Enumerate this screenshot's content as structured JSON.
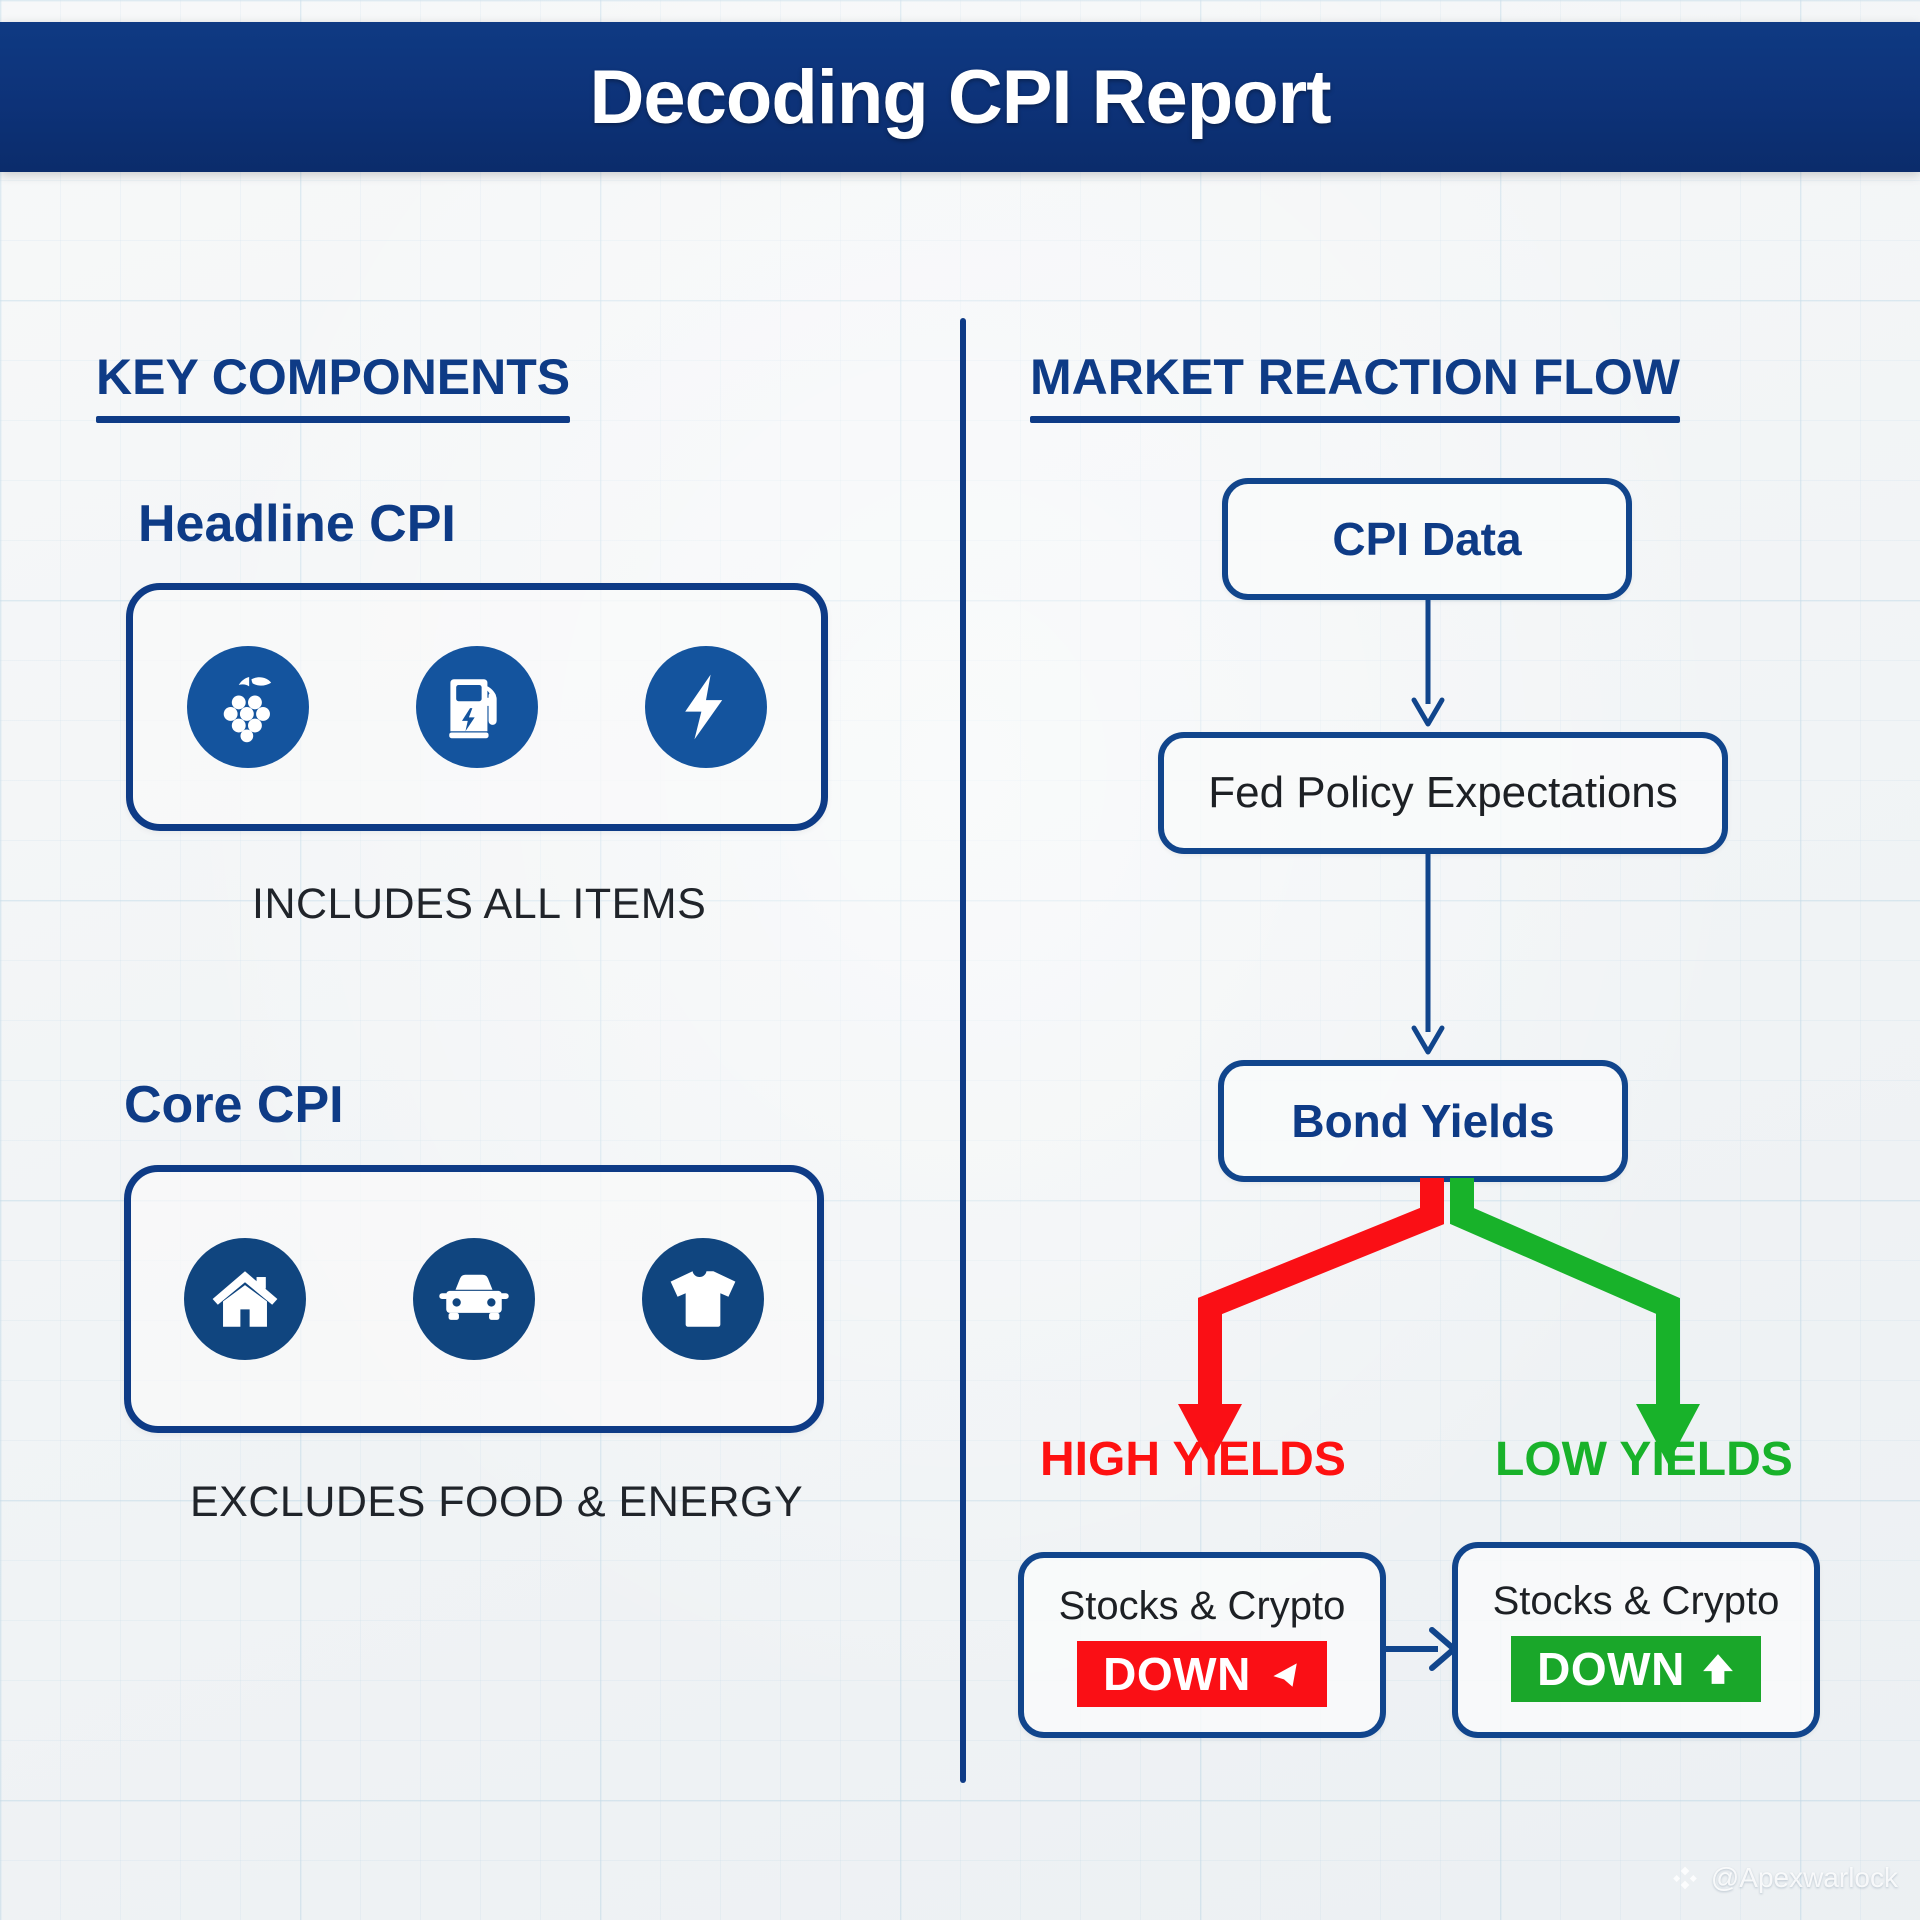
{
  "header": {
    "title": "Decoding CPI Report",
    "bg_color": "#0d3278"
  },
  "colors": {
    "brand_blue": "#0e3b86",
    "icon_blue": "#14549e",
    "red": "#fa0f15",
    "green": "#1aa72a",
    "paper": "#f3f5f6"
  },
  "left_column": {
    "heading": "KEY COMPONENTS",
    "groups": [
      {
        "title": "Headline CPI",
        "caption": "INCLUDES ALL ITEMS",
        "icons": [
          "grapes-icon",
          "fuel-pump-icon",
          "lightning-bolt-icon"
        ]
      },
      {
        "title": "Core CPI",
        "caption": "EXCLUDES FOOD & ENERGY",
        "icons": [
          "house-icon",
          "car-icon",
          "tshirt-icon"
        ]
      }
    ]
  },
  "right_column": {
    "heading": "MARKET REACTION FLOW",
    "nodes": [
      {
        "id": "cpi-data",
        "label": "CPI Data",
        "style": "bold"
      },
      {
        "id": "fed-policy",
        "label": "Fed Policy Expectations",
        "style": "plain"
      },
      {
        "id": "bond-yields",
        "label": "Bond Yields",
        "style": "bold"
      }
    ],
    "branches": [
      {
        "id": "high",
        "label": "HIGH YIELDS",
        "color": "#fe1111"
      },
      {
        "id": "low",
        "label": "LOW YIELDS",
        "color": "#18b22a"
      }
    ],
    "results": [
      {
        "id": "result-left",
        "title": "Stocks & Crypto",
        "badge_label": "DOWN",
        "badge_color": "#fa0f15",
        "badge_icon": "arrow-down-right-icon"
      },
      {
        "id": "result-right",
        "title": "Stocks & Crypto",
        "badge_label": "DOWN",
        "badge_color": "#1aa72a",
        "badge_icon": "arrow-up-icon"
      }
    ]
  },
  "watermark": {
    "handle": "@Apexwarlock",
    "icon": "binance-diamond-icon"
  }
}
